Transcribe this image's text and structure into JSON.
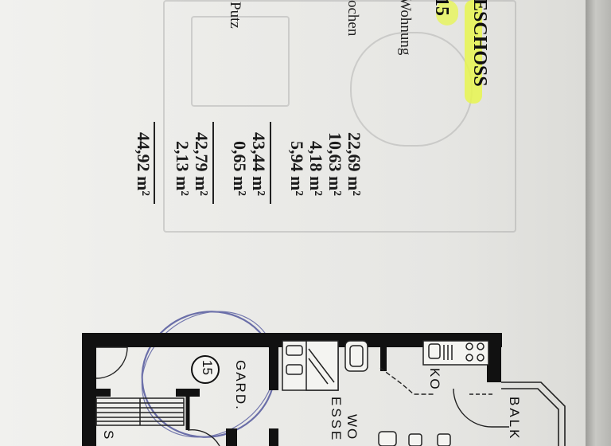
{
  "header": {
    "heading": "ESCHOSS",
    "unit_number": "15",
    "labels": [
      "Wohnung",
      "ochen",
      "Putz"
    ]
  },
  "areas": {
    "group1": [
      "22,69 m²",
      "10,63 m²",
      "4,18 m²",
      "5,94 m²"
    ],
    "group2": [
      "43,44 m²",
      "0,65 m²"
    ],
    "group3": [
      "42,79 m²",
      "2,13 m²"
    ],
    "total": "44,92 m²"
  },
  "plan": {
    "room_number": "15",
    "labels": {
      "gard": "GARD.",
      "ko": "KO",
      "wo": "WO",
      "esse": "ESSE",
      "balk": "BALK",
      "s": "S"
    }
  },
  "colors": {
    "highlight": "#e7f64f",
    "ink": "#1b1b1b",
    "pen_circle": "#6a6ea8"
  }
}
